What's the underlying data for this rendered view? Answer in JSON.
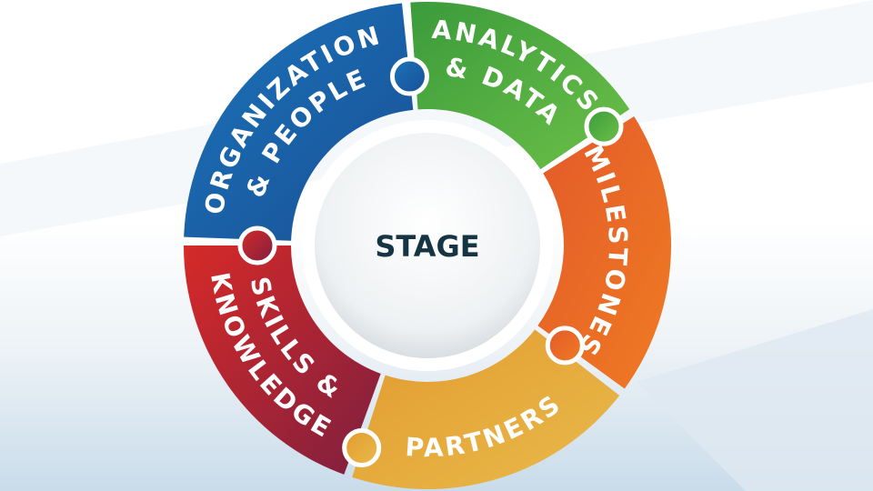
{
  "center": {
    "label": "STAGE"
  },
  "segments": [
    {
      "id": "organization",
      "lines": [
        "ORGANIZATION",
        "& PEOPLE"
      ],
      "colors": [
        "#1b74bb",
        "#1a4f95"
      ]
    },
    {
      "id": "analytics",
      "lines": [
        "ANALYTICS",
        "& DATA"
      ],
      "colors": [
        "#3b9b3b",
        "#6cc048"
      ]
    },
    {
      "id": "milestones",
      "lines": [
        "MILESTONES"
      ],
      "colors": [
        "#e35a2a",
        "#ef7b22"
      ]
    },
    {
      "id": "partners",
      "lines": [
        "PARTNERS"
      ],
      "colors": [
        "#e39a30",
        "#e8bb4a"
      ]
    },
    {
      "id": "skills",
      "lines": [
        "SKILLS &",
        "KNOWLEDGE"
      ],
      "colors": [
        "#d62a28",
        "#7e1f3f"
      ]
    }
  ]
}
